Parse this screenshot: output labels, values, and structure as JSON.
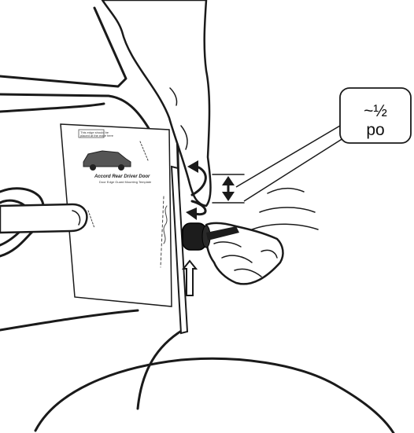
{
  "callout": {
    "line1": "~½",
    "line2": "po"
  },
  "template": {
    "top_note": "This edge should be\nplaced at the edge here",
    "title": "Accord Rear Driver Door",
    "subtitle": "Door Edge Guard Mounting Template"
  },
  "colors": {
    "ink": "#1a1a1a",
    "paper": "#ffffff",
    "knob": "#1c1c1c"
  },
  "icons": [
    "double-headed-arrow-icon",
    "curved-arrow-icon",
    "upward-arrow-icon",
    "car-icon"
  ]
}
